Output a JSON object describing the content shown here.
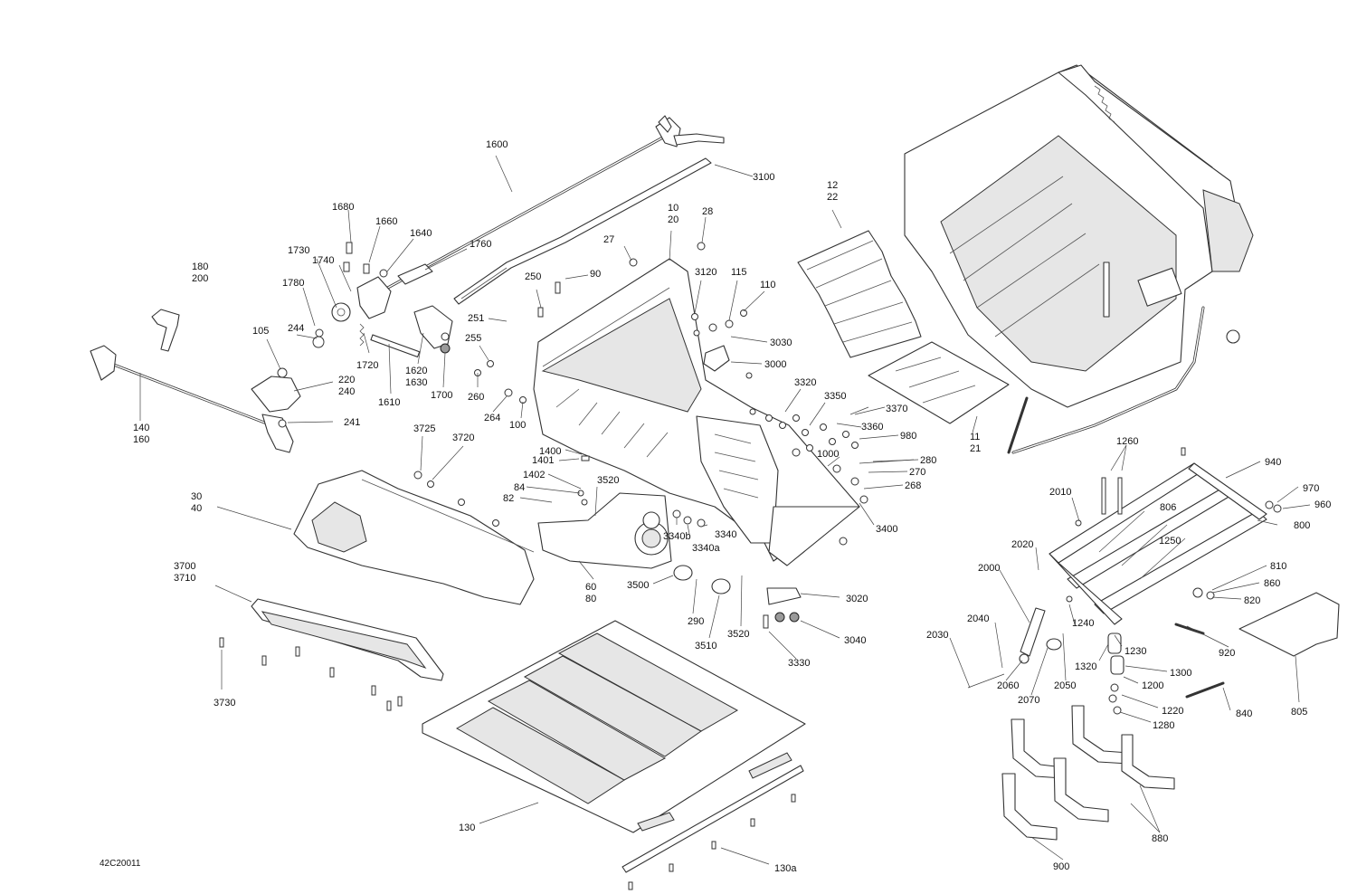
{
  "drawing_code": "42C20011",
  "callouts": [
    {
      "id": "1600",
      "lines": [
        "1600"
      ]
    },
    {
      "id": "3100",
      "lines": [
        "3100"
      ]
    },
    {
      "id": "1680",
      "lines": [
        "1680"
      ]
    },
    {
      "id": "1660",
      "lines": [
        "1660"
      ]
    },
    {
      "id": "1640",
      "lines": [
        "1640"
      ]
    },
    {
      "id": "1760",
      "lines": [
        "1760"
      ]
    },
    {
      "id": "1730",
      "lines": [
        "1730"
      ]
    },
    {
      "id": "1740",
      "lines": [
        "1740"
      ]
    },
    {
      "id": "1780",
      "lines": [
        "1780"
      ]
    },
    {
      "id": "180",
      "lines": [
        "180",
        "200"
      ]
    },
    {
      "id": "105",
      "lines": [
        "105"
      ]
    },
    {
      "id": "244",
      "lines": [
        "244"
      ]
    },
    {
      "id": "1720",
      "lines": [
        "1720"
      ]
    },
    {
      "id": "1620",
      "lines": [
        "1620",
        "1630"
      ]
    },
    {
      "id": "1700",
      "lines": [
        "1700"
      ]
    },
    {
      "id": "1610",
      "lines": [
        "1610"
      ]
    },
    {
      "id": "220",
      "lines": [
        "220",
        "240"
      ]
    },
    {
      "id": "140",
      "lines": [
        "140",
        "160"
      ]
    },
    {
      "id": "241",
      "lines": [
        "241"
      ]
    },
    {
      "id": "10",
      "lines": [
        "10",
        "20"
      ]
    },
    {
      "id": "28",
      "lines": [
        "28"
      ]
    },
    {
      "id": "27",
      "lines": [
        "27"
      ]
    },
    {
      "id": "250",
      "lines": [
        "250"
      ]
    },
    {
      "id": "90",
      "lines": [
        "90"
      ]
    },
    {
      "id": "3120",
      "lines": [
        "3120"
      ]
    },
    {
      "id": "115",
      "lines": [
        "115"
      ]
    },
    {
      "id": "110",
      "lines": [
        "110"
      ]
    },
    {
      "id": "251",
      "lines": [
        "251"
      ]
    },
    {
      "id": "255",
      "lines": [
        "255"
      ]
    },
    {
      "id": "3030",
      "lines": [
        "3030"
      ]
    },
    {
      "id": "3000",
      "lines": [
        "3000"
      ]
    },
    {
      "id": "260",
      "lines": [
        "260"
      ]
    },
    {
      "id": "264",
      "lines": [
        "264"
      ]
    },
    {
      "id": "100",
      "lines": [
        "100"
      ]
    },
    {
      "id": "3320",
      "lines": [
        "3320"
      ]
    },
    {
      "id": "3350",
      "lines": [
        "3350"
      ]
    },
    {
      "id": "3370",
      "lines": [
        "3370"
      ]
    },
    {
      "id": "3360",
      "lines": [
        "3360"
      ]
    },
    {
      "id": "980",
      "lines": [
        "980"
      ]
    },
    {
      "id": "1000",
      "lines": [
        "1000"
      ]
    },
    {
      "id": "280",
      "lines": [
        "280"
      ]
    },
    {
      "id": "270",
      "lines": [
        "270"
      ]
    },
    {
      "id": "268",
      "lines": [
        "268"
      ]
    },
    {
      "id": "3400",
      "lines": [
        "3400"
      ]
    },
    {
      "id": "12",
      "lines": [
        "12",
        "22"
      ]
    },
    {
      "id": "11",
      "lines": [
        "11",
        "21"
      ]
    },
    {
      "id": "3725",
      "lines": [
        "3725"
      ]
    },
    {
      "id": "3720",
      "lines": [
        "3720"
      ]
    },
    {
      "id": "1401",
      "lines": [
        "1401"
      ]
    },
    {
      "id": "1400",
      "lines": [
        "1400"
      ]
    },
    {
      "id": "1402",
      "lines": [
        "1402"
      ]
    },
    {
      "id": "84",
      "lines": [
        "84"
      ]
    },
    {
      "id": "3520a",
      "lines": [
        "3520"
      ]
    },
    {
      "id": "82",
      "lines": [
        "82"
      ]
    },
    {
      "id": "30",
      "lines": [
        "30",
        "40"
      ]
    },
    {
      "id": "3340b",
      "lines": [
        "3340b"
      ]
    },
    {
      "id": "3340",
      "lines": [
        "3340"
      ]
    },
    {
      "id": "3340a",
      "lines": [
        "3340a"
      ]
    },
    {
      "id": "60",
      "lines": [
        "60",
        "80"
      ]
    },
    {
      "id": "3500",
      "lines": [
        "3500"
      ]
    },
    {
      "id": "3020",
      "lines": [
        "3020"
      ]
    },
    {
      "id": "290",
      "lines": [
        "290"
      ]
    },
    {
      "id": "3510",
      "lines": [
        "3510"
      ]
    },
    {
      "id": "3520b",
      "lines": [
        "3520"
      ]
    },
    {
      "id": "3040",
      "lines": [
        "3040"
      ]
    },
    {
      "id": "3330",
      "lines": [
        "3330"
      ]
    },
    {
      "id": "3700",
      "lines": [
        "3700",
        "3710"
      ]
    },
    {
      "id": "3730",
      "lines": [
        "3730"
      ]
    },
    {
      "id": "130",
      "lines": [
        "130"
      ]
    },
    {
      "id": "130a",
      "lines": [
        "130a"
      ]
    },
    {
      "id": "1260",
      "lines": [
        "1260"
      ]
    },
    {
      "id": "940",
      "lines": [
        "940"
      ]
    },
    {
      "id": "970",
      "lines": [
        "970"
      ]
    },
    {
      "id": "960",
      "lines": [
        "960"
      ]
    },
    {
      "id": "2010",
      "lines": [
        "2010"
      ]
    },
    {
      "id": "806",
      "lines": [
        "806"
      ]
    },
    {
      "id": "800",
      "lines": [
        "800"
      ]
    },
    {
      "id": "1250",
      "lines": [
        "1250"
      ]
    },
    {
      "id": "2020",
      "lines": [
        "2020"
      ]
    },
    {
      "id": "810",
      "lines": [
        "810"
      ]
    },
    {
      "id": "2000",
      "lines": [
        "2000"
      ]
    },
    {
      "id": "860",
      "lines": [
        "860"
      ]
    },
    {
      "id": "820",
      "lines": [
        "820"
      ]
    },
    {
      "id": "2040",
      "lines": [
        "2040"
      ]
    },
    {
      "id": "1240",
      "lines": [
        "1240"
      ]
    },
    {
      "id": "2030",
      "lines": [
        "2030"
      ]
    },
    {
      "id": "920",
      "lines": [
        "920"
      ]
    },
    {
      "id": "1230",
      "lines": [
        "1230"
      ]
    },
    {
      "id": "1320",
      "lines": [
        "1320"
      ]
    },
    {
      "id": "1300",
      "lines": [
        "1300"
      ]
    },
    {
      "id": "2060",
      "lines": [
        "2060"
      ]
    },
    {
      "id": "2070",
      "lines": [
        "2070"
      ]
    },
    {
      "id": "2050",
      "lines": [
        "2050"
      ]
    },
    {
      "id": "1200",
      "lines": [
        "1200"
      ]
    },
    {
      "id": "1220",
      "lines": [
        "1220"
      ]
    },
    {
      "id": "840",
      "lines": [
        "840"
      ]
    },
    {
      "id": "1280",
      "lines": [
        "1280"
      ]
    },
    {
      "id": "805",
      "lines": [
        "805"
      ]
    },
    {
      "id": "880",
      "lines": [
        "880"
      ]
    },
    {
      "id": "900",
      "lines": [
        "900"
      ]
    }
  ]
}
